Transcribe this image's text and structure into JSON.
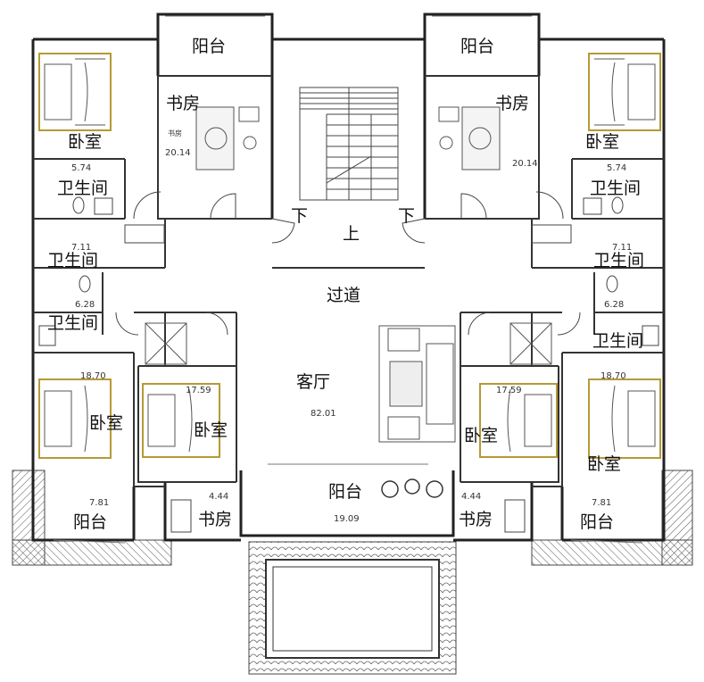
{
  "plan": {
    "living_room": {
      "label": "客厅",
      "area": "82.01"
    },
    "corridor": {
      "label": "过道"
    },
    "stairs": {
      "up": "上",
      "down_left": "下",
      "down_right": "下"
    },
    "front_balcony": {
      "label": "阳台",
      "area": "19.09"
    },
    "left": {
      "top_balcony": "阳台",
      "study_top": {
        "label": "书房",
        "area": "20.14",
        "desk_note": "书房"
      },
      "bedroom_top": {
        "label": "卧室"
      },
      "bath_1": {
        "label": "卫生间",
        "area": "5.74"
      },
      "bath_2": {
        "label": "卫生间",
        "area": "7.11"
      },
      "bath_3": {
        "label": "卫生间",
        "area": "6.28"
      },
      "bedroom_outer": {
        "label": "卧室",
        "area": "18.70"
      },
      "bedroom_inner": {
        "label": "卧室",
        "area": "17.59"
      },
      "study_bottom": {
        "label": "书房",
        "area": "4.44"
      },
      "bottom_balcony": {
        "label": "阳台",
        "area": "7.81"
      }
    },
    "right": {
      "top_balcony": "阳台",
      "study_top": {
        "label": "书房",
        "area": "20.14"
      },
      "bedroom_top": {
        "label": "卧室"
      },
      "bath_1": {
        "label": "卫生间",
        "area": "5.74"
      },
      "bath_2": {
        "label": "卫生间",
        "area": "7.11"
      },
      "bath_3": {
        "label": "卫生间",
        "area": "6.28"
      },
      "bedroom_outer": {
        "label": "卧室",
        "area": "18.70"
      },
      "bedroom_inner": {
        "label": "卧室",
        "area": "17.59"
      },
      "study_bottom": {
        "label": "书房",
        "area": "4.44"
      },
      "bottom_balcony": {
        "label": "阳台",
        "area": "7.81"
      }
    }
  }
}
